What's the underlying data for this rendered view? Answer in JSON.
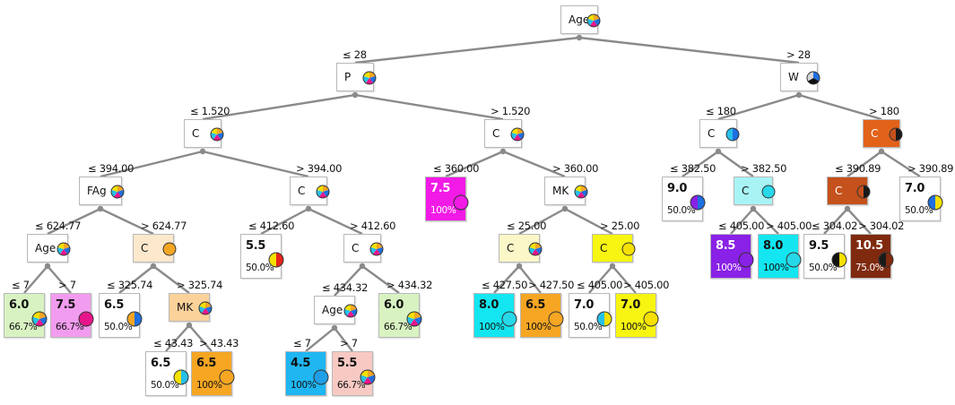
{
  "colors": {
    "white": "#ffffff",
    "light_green": "#d8f3c1",
    "pink": "#f29cf0",
    "peach": "#fde8cc",
    "light_orange": "#fbd29a",
    "orange": "#f6a623",
    "sky_blue": "#1fb6f2",
    "salmon": "#f8c9c3",
    "magenta": "#f21ae6",
    "cyan": "#13e6f0",
    "light_yellow": "#fbf7c8",
    "yellow": "#f7f511",
    "light_cyan": "#a8f4f5",
    "purple": "#8a21e6",
    "dark_orange": "#e2621a",
    "brown_orange": "#c5511c",
    "dark_brown": "#7f2a0f"
  },
  "nodes": [
    {
      "id": "root",
      "type": "split",
      "label": "Age",
      "fill": "white",
      "pie": "multi"
    },
    {
      "id": "p",
      "type": "split",
      "label": "P",
      "fill": "white",
      "pie": "multi"
    },
    {
      "id": "w",
      "type": "split",
      "label": "W",
      "fill": "white",
      "pie": "blue-black"
    },
    {
      "id": "c1",
      "type": "split",
      "label": "C",
      "fill": "white",
      "pie": "multi"
    },
    {
      "id": "c2",
      "type": "split",
      "label": "C",
      "fill": "white",
      "pie": "multi"
    },
    {
      "id": "fag",
      "type": "split",
      "label": "FAg",
      "fill": "white",
      "pie": "multi"
    },
    {
      "id": "c3",
      "type": "split",
      "label": "C",
      "fill": "white",
      "pie": "multi"
    },
    {
      "id": "age2",
      "type": "split",
      "label": "Age",
      "fill": "white",
      "pie": "multi"
    },
    {
      "id": "c4",
      "type": "split",
      "label": "C",
      "fill": "peach",
      "pie": "orange"
    },
    {
      "id": "leaf55a",
      "type": "leaf",
      "label": "5.5",
      "pct": "50.0%",
      "fill": "white",
      "pie": "red-yellow"
    },
    {
      "id": "c5",
      "type": "split",
      "label": "C",
      "fill": "white",
      "pie": "multi"
    },
    {
      "id": "leaf60a",
      "type": "leaf",
      "label": "6.0",
      "pct": "66.7%",
      "fill": "light_green",
      "pie": "multi"
    },
    {
      "id": "leaf75a",
      "type": "leaf",
      "label": "7.5",
      "pct": "66.7%",
      "fill": "pink",
      "pie": "pink"
    },
    {
      "id": "leaf65a",
      "type": "leaf",
      "label": "6.5",
      "pct": "50.0%",
      "fill": "white",
      "pie": "blue-orange"
    },
    {
      "id": "mk1",
      "type": "split",
      "label": "MK",
      "fill": "light_orange",
      "pie": "multi"
    },
    {
      "id": "age3",
      "type": "split",
      "label": "Age",
      "fill": "white",
      "pie": "multi"
    },
    {
      "id": "leaf60b",
      "type": "leaf",
      "label": "6.0",
      "pct": "66.7%",
      "fill": "light_green",
      "pie": "multi"
    },
    {
      "id": "leaf65b",
      "type": "leaf",
      "label": "6.5",
      "pct": "50.0%",
      "fill": "white",
      "pie": "cyan-yellow"
    },
    {
      "id": "leaf65c",
      "type": "leaf",
      "label": "6.5",
      "pct": "100%",
      "fill": "orange",
      "pie": "orange"
    },
    {
      "id": "leaf45",
      "type": "leaf",
      "label": "4.5",
      "pct": "100%",
      "fill": "sky_blue",
      "pie": "blue"
    },
    {
      "id": "leaf55b",
      "type": "leaf",
      "label": "5.5",
      "pct": "66.7%",
      "fill": "salmon",
      "pie": "multi"
    },
    {
      "id": "leaf75b",
      "type": "leaf",
      "label": "7.5",
      "pct": "100%",
      "fill": "magenta",
      "pie": "magenta"
    },
    {
      "id": "mk2",
      "type": "split",
      "label": "MK",
      "fill": "white",
      "pie": "multi"
    },
    {
      "id": "c6",
      "type": "split",
      "label": "C",
      "fill": "light_yellow",
      "pie": "multi"
    },
    {
      "id": "c7",
      "type": "split",
      "label": "C",
      "fill": "yellow",
      "pie": "yellow"
    },
    {
      "id": "leaf80a",
      "type": "leaf",
      "label": "8.0",
      "pct": "100%",
      "fill": "cyan",
      "pie": "cyan"
    },
    {
      "id": "leaf65d",
      "type": "leaf",
      "label": "6.5",
      "pct": "100%",
      "fill": "orange",
      "pie": "orange"
    },
    {
      "id": "leaf70a",
      "type": "leaf",
      "label": "7.0",
      "pct": "50.0%",
      "fill": "white",
      "pie": "yellow-cyan"
    },
    {
      "id": "leaf70b",
      "type": "leaf",
      "label": "7.0",
      "pct": "100%",
      "fill": "yellow",
      "pie": "yellow"
    },
    {
      "id": "c8",
      "type": "split",
      "label": "C",
      "fill": "white",
      "pie": "blue-cyan"
    },
    {
      "id": "c9",
      "type": "split",
      "label": "C",
      "fill": "dark_orange",
      "pie": "dark"
    },
    {
      "id": "leaf90a",
      "type": "leaf",
      "label": "9.0",
      "pct": "50.0%",
      "fill": "white",
      "pie": "blue-purple"
    },
    {
      "id": "c10",
      "type": "split",
      "label": "C",
      "fill": "light_cyan",
      "pie": "cyan"
    },
    {
      "id": "c11",
      "type": "split",
      "label": "C",
      "fill": "brown_orange",
      "pie": "dark"
    },
    {
      "id": "leaf70c",
      "type": "leaf",
      "label": "7.0",
      "pct": "50.0%",
      "fill": "white",
      "pie": "yellow-blue"
    },
    {
      "id": "leaf85",
      "type": "leaf",
      "label": "8.5",
      "pct": "100%",
      "fill": "purple",
      "pie": "purple"
    },
    {
      "id": "leaf80b",
      "type": "leaf",
      "label": "8.0",
      "pct": "100%",
      "fill": "cyan",
      "pie": "cyan"
    },
    {
      "id": "leaf95",
      "type": "leaf",
      "label": "9.5",
      "pct": "50.0%",
      "fill": "white",
      "pie": "yellow-black"
    },
    {
      "id": "leaf105",
      "type": "leaf",
      "label": "10.5",
      "pct": "75.0%",
      "fill": "dark_brown",
      "pie": "brown"
    }
  ],
  "edges": [
    {
      "from": "root",
      "to": "p",
      "label": "≤ 28"
    },
    {
      "from": "root",
      "to": "w",
      "label": "> 28"
    },
    {
      "from": "p",
      "to": "c1",
      "label": "≤ 1.520"
    },
    {
      "from": "p",
      "to": "c2",
      "label": "> 1.520"
    },
    {
      "from": "c1",
      "to": "fag",
      "label": "≤ 394.00"
    },
    {
      "from": "c1",
      "to": "c3",
      "label": "> 394.00"
    },
    {
      "from": "fag",
      "to": "age2",
      "label": "≤ 624.77"
    },
    {
      "from": "fag",
      "to": "c4",
      "label": "> 624.77"
    },
    {
      "from": "c3",
      "to": "leaf55a",
      "label": "≤ 412.60"
    },
    {
      "from": "c3",
      "to": "c5",
      "label": "> 412.60"
    },
    {
      "from": "age2",
      "to": "leaf60a",
      "label": "≤ 7"
    },
    {
      "from": "age2",
      "to": "leaf75a",
      "label": "> 7"
    },
    {
      "from": "c4",
      "to": "leaf65a",
      "label": "≤ 325.74"
    },
    {
      "from": "c4",
      "to": "mk1",
      "label": "> 325.74"
    },
    {
      "from": "mk1",
      "to": "leaf65b",
      "label": "≤ 43.43"
    },
    {
      "from": "mk1",
      "to": "leaf65c",
      "label": "> 43.43"
    },
    {
      "from": "c5",
      "to": "age3",
      "label": "≤ 434.32"
    },
    {
      "from": "c5",
      "to": "leaf60b",
      "label": "> 434.32"
    },
    {
      "from": "age3",
      "to": "leaf45",
      "label": "≤ 7"
    },
    {
      "from": "age3",
      "to": "leaf55b",
      "label": "> 7"
    },
    {
      "from": "c2",
      "to": "leaf75b",
      "label": "≤ 360.00"
    },
    {
      "from": "c2",
      "to": "mk2",
      "label": "> 360.00"
    },
    {
      "from": "mk2",
      "to": "c6",
      "label": "≤ 25.00"
    },
    {
      "from": "mk2",
      "to": "c7",
      "label": "> 25.00"
    },
    {
      "from": "c6",
      "to": "leaf80a",
      "label": "≤ 427.50"
    },
    {
      "from": "c6",
      "to": "leaf65d",
      "label": "> 427.50"
    },
    {
      "from": "c7",
      "to": "leaf70a",
      "label": "≤ 405.00"
    },
    {
      "from": "c7",
      "to": "leaf70b",
      "label": "> 405.00"
    },
    {
      "from": "w",
      "to": "c8",
      "label": "≤ 180"
    },
    {
      "from": "w",
      "to": "c9",
      "label": "> 180"
    },
    {
      "from": "c8",
      "to": "leaf90a",
      "label": "≤ 382.50"
    },
    {
      "from": "c8",
      "to": "c10",
      "label": "> 382.50"
    },
    {
      "from": "c10",
      "to": "leaf85",
      "label": "≤ 405.00"
    },
    {
      "from": "c10",
      "to": "leaf80b",
      "label": "> 405.00"
    },
    {
      "from": "c9",
      "to": "c11",
      "label": "≤ 390.89"
    },
    {
      "from": "c9",
      "to": "leaf70c",
      "label": "> 390.89"
    },
    {
      "from": "c11",
      "to": "leaf95",
      "label": "≤ 304.02"
    },
    {
      "from": "c11",
      "to": "leaf105",
      "label": "> 304.02"
    }
  ]
}
